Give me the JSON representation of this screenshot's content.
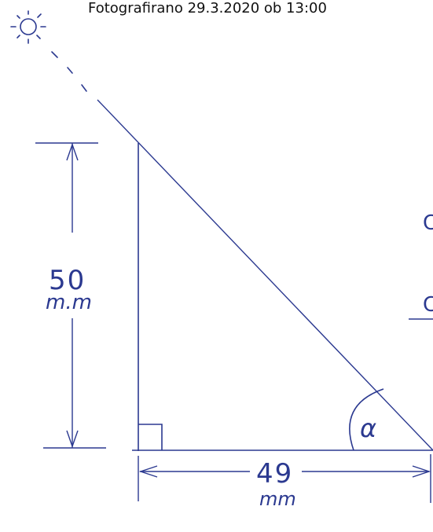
{
  "caption": "Fotografirano 29.3.2020 ob 13:00",
  "labels": {
    "height_value": "50",
    "height_unit": "m.m",
    "base_value": "49",
    "base_unit": "mm",
    "angle": "α",
    "edge_mark_1": "C",
    "edge_mark_2": "C"
  },
  "icons": [
    "sun-icon",
    "right-angle-marker"
  ],
  "colors": {
    "ink": "#2b3990",
    "text": "#111111",
    "background": "#ffffff"
  }
}
